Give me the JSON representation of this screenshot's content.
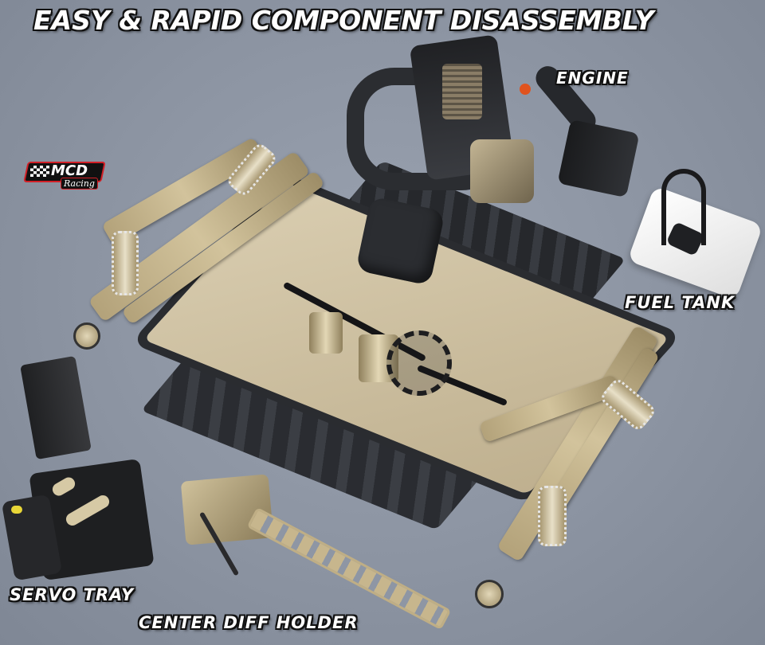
{
  "image": {
    "title": "EASY & RAPID COMPONENT DISASSEMBLY",
    "background_color": "#8e96a4",
    "brand_logo": {
      "name": "MCD",
      "subtitle": "Racing",
      "colors": {
        "primary": "#d21f26",
        "dark": "#111111",
        "text": "#ffffff"
      }
    },
    "labels": {
      "engine": "ENGINE",
      "fuel_tank": "FUEL TANK",
      "servo_tray": "SERVO TRAY",
      "center_diff_holder": "CENTER DIFF HOLDER"
    },
    "components": [
      "rear suspension assembly",
      "front suspension assembly",
      "chassis plate",
      "engine",
      "fuel tank",
      "servo tray",
      "center diff holder",
      "center differential"
    ],
    "colors": {
      "anodized_gold": "#c7b68d",
      "plastic_black": "#2a2c30",
      "fuel_tank_white": "#f2f2f2"
    }
  }
}
